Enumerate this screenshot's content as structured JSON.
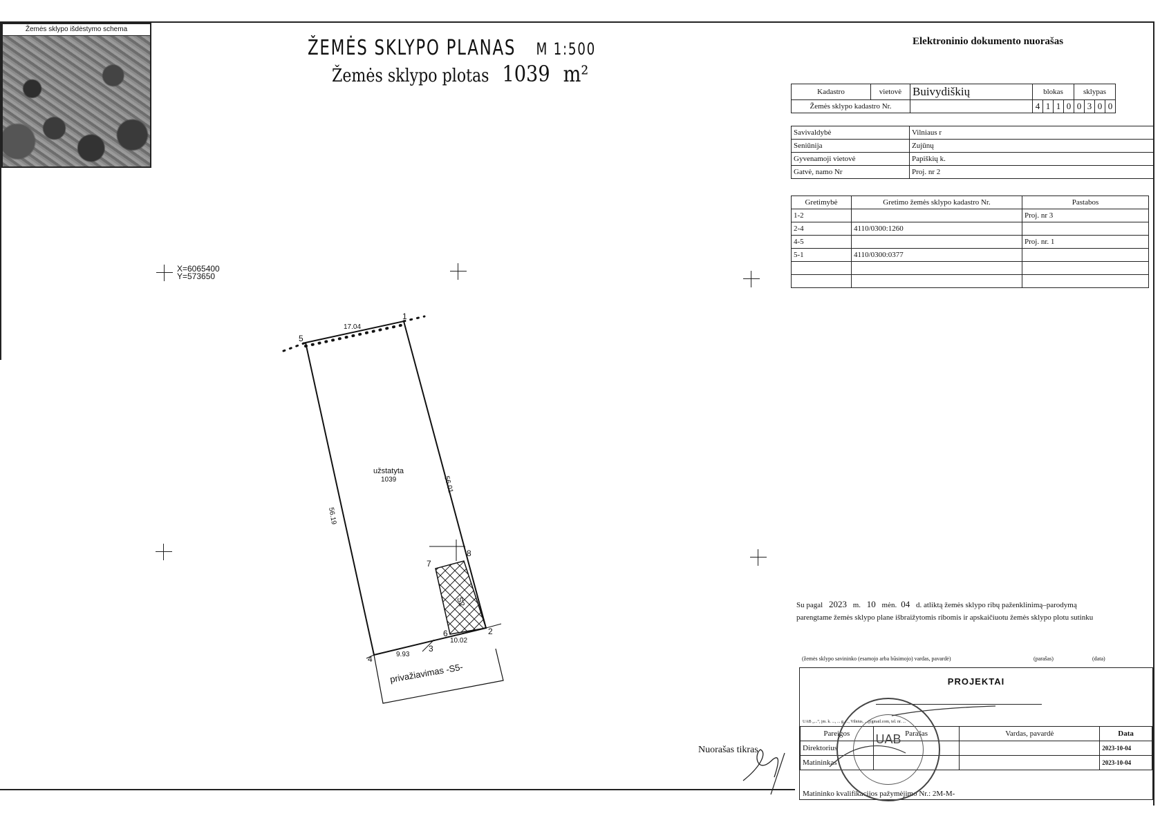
{
  "schema": {
    "title": "Žemės sklypo išdėstymo schema"
  },
  "plan": {
    "title": "ŽEMĖS   SKLYPO   PLANAS",
    "scale": "M 1:500",
    "area_label": "Žemės sklypo plotas",
    "area_value": "1039",
    "area_unit": "m²"
  },
  "edoc": "Elektroninio dokumento nuorašas",
  "cadastre": {
    "kadastro_label": "Kadastro",
    "vietove_label": "vietovė",
    "vietove_value": "Buivydiškių",
    "blokas_label": "blokas",
    "sklypas_label": "sklypas",
    "nr_label": "Žemės sklypo kadastro Nr.",
    "digits": [
      "4",
      "1",
      "1",
      "0",
      "0",
      "3",
      "0",
      "0",
      "",
      "",
      "",
      ""
    ]
  },
  "admin": [
    {
      "label": "Savivaldybė",
      "value": "Vilniaus r"
    },
    {
      "label": "Seniūnija",
      "value": "Zujūnų"
    },
    {
      "label": "Gyvenamoji vietovė",
      "value": "Papiškių k."
    },
    {
      "label": "Gatvė, namo Nr",
      "value": "Proj. nr 2"
    }
  ],
  "neighbors": {
    "headers": [
      "Gretimybė",
      "Gretimo žemės sklypo kadastro Nr.",
      "Pastabos"
    ],
    "rows": [
      {
        "side": "1-2",
        "cad": "",
        "note": "Proj. nr 3"
      },
      {
        "side": "2-4",
        "cad": "4110/0300:1260",
        "note": ""
      },
      {
        "side": "4-5",
        "cad": "",
        "note": "Proj. nr. 1"
      },
      {
        "side": "5-1",
        "cad": "4110/0300:0377",
        "note": ""
      },
      {
        "side": "",
        "cad": "",
        "note": ""
      },
      {
        "side": "",
        "cad": "",
        "note": ""
      }
    ]
  },
  "coords": {
    "x": "X=6065400",
    "y": "Y=573650"
  },
  "plot": {
    "area_label": "užstatyta",
    "area_value": "1039",
    "inner_label": "S2",
    "access_label": "privažiavimas -S5-",
    "sides": {
      "s51": "17.04",
      "s12": "56.01",
      "s45": "56.19",
      "s43": "9.93",
      "s32": "10.02"
    },
    "points": [
      "1",
      "2",
      "3",
      "4",
      "5",
      "6",
      "7",
      "8"
    ]
  },
  "agreement": {
    "prefix": "Su pagal",
    "year": "2023",
    "m_label": "m.",
    "month": "10",
    "men_label": "mėn.",
    "day": "04",
    "d_label": "d.",
    "rest1": "atliktą žemės sklypo ribų paženklinimą–parodymą",
    "line2": "parengtame žemės sklypo plane išbraižytomis ribomis ir apskaičiuotu žemės sklypo plotu sutinku",
    "sig_owner": "(žemės sklypo savininko (esamojo arba būsimojo) vardas, pavardė)",
    "sig_sign": "(parašas)",
    "sig_date": "(data)"
  },
  "projektai": {
    "title": "PROJEKTAI",
    "company": "UAB „...“, įm. k. ..., ... g. ..., Vilnius, ...@gmail.com, tel. nr. ...",
    "headers": [
      "Pareigos",
      "Parašas",
      "Vardas, pavardė",
      "Data"
    ],
    "rows": [
      {
        "role": "Direktorius",
        "date": "2023-10-04"
      },
      {
        "role": "Matininkas",
        "date": "2023-10-04"
      }
    ],
    "kval": "Matininko kvalifikacijos pažymėjimo Nr.: 2M-M-"
  },
  "stamp_text": "UAB",
  "nuorasas": "Nuorašas tikras"
}
